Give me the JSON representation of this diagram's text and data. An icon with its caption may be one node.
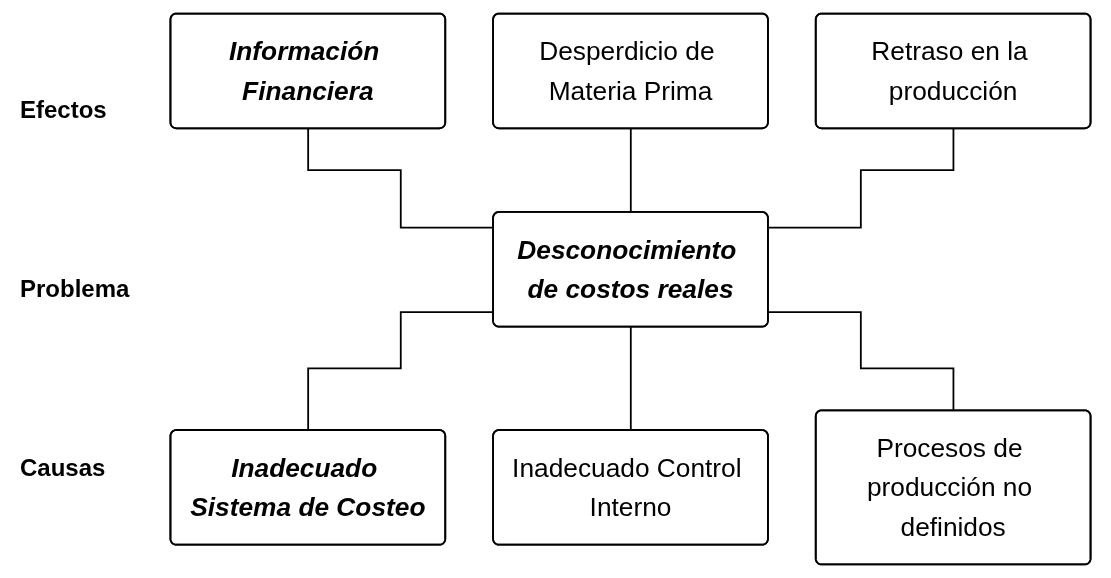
{
  "diagram": {
    "nodes": [
      {
        "text": [
          "Información Financiera"
        ]
      },
      {
        "text": [
          "Desperdicio de Materia Prima"
        ]
      },
      {
        "text": [
          "Retraso en la producción"
        ]
      },
      {
        "text": [
          "Desconocimiento de costos reales"
        ]
      },
      {
        "text": [
          "Inadecuado Sistema de Costeo"
        ]
      },
      {
        "text": [
          "Inadecuado Control Interno"
        ]
      },
      {
        "text": [
          "Procesos de producción no definidos"
        ]
      }
    ],
    "edges": [
      {
        "from": 0,
        "to": 3,
        "arrow": "none"
      },
      {
        "from": 1,
        "to": 3,
        "arrow": "none"
      },
      {
        "from": 2,
        "to": 3,
        "arrow": "none"
      },
      {
        "from": 3,
        "to": 4,
        "arrow": "none"
      },
      {
        "from": 3,
        "to": 5,
        "arrow": "none"
      },
      {
        "from": 3,
        "to": 6,
        "arrow": "none"
      }
    ],
    "labels": [
      "Efectos",
      "Problema",
      "Causas"
    ]
  }
}
